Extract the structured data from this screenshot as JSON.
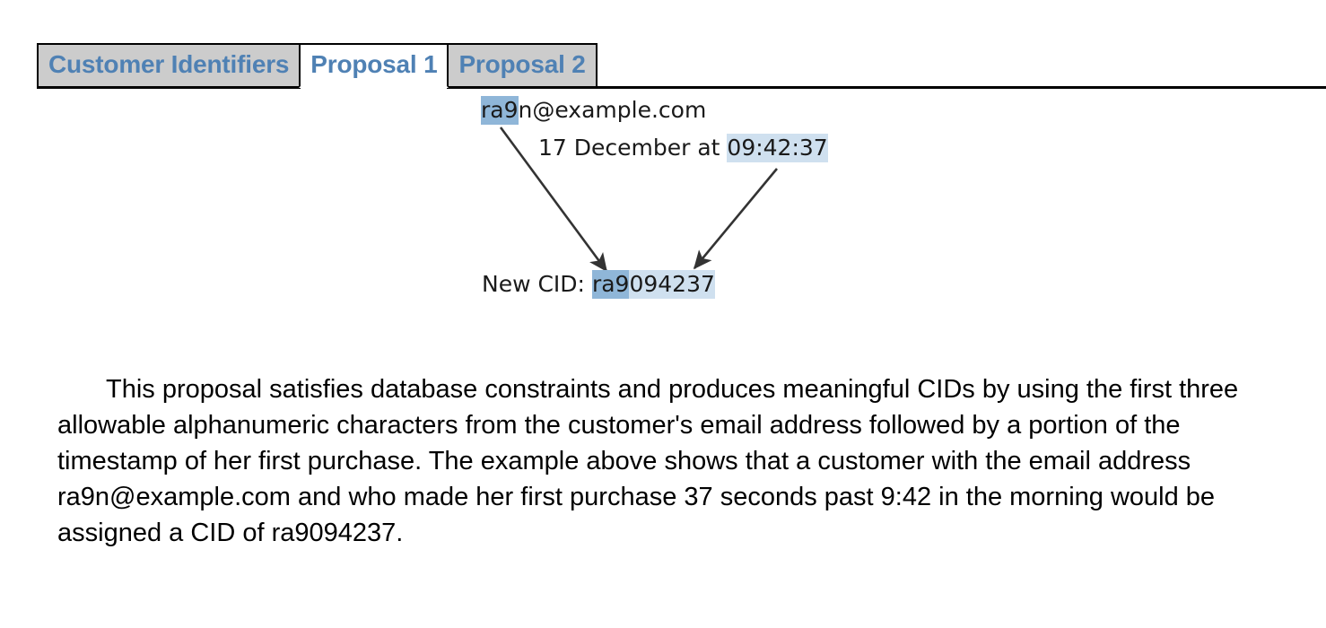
{
  "tabs": [
    {
      "label": "Customer Identifiers",
      "active": false
    },
    {
      "label": "Proposal 1",
      "active": true
    },
    {
      "label": "Proposal 2",
      "active": false
    }
  ],
  "diagram": {
    "email": {
      "highlight": "ra9",
      "rest": "n@example.com",
      "full": "ra9n@example.com"
    },
    "timestamp": {
      "prefix": "17 December at ",
      "highlight": "09:42:37",
      "full": "17 December at 09:42:37"
    },
    "result": {
      "label": "New CID: ",
      "highlight_dark": "ra9",
      "highlight_light": "094237",
      "full": "New CID: ra9094237"
    },
    "arrows": [
      {
        "name": "email-to-cid",
        "from": "ra9 of email",
        "to": "ra9 of CID"
      },
      {
        "name": "timestamp-to-cid",
        "from": "09:42:37 of time",
        "to": "094237 of CID"
      }
    ]
  },
  "body": {
    "paragraph": "This proposal satisfies database constraints and produces meaningful CIDs by using the first three allowable alphanumeric characters from the customer's email address followed by a portion of the timestamp of her first purchase. The example above shows that a customer with the email address ra9n@example.com and who made her first purchase 37 seconds past 9:42 in the morning would be assigned a CID of ra9094237."
  },
  "colors": {
    "tab_text": "#4f81b4",
    "tab_inactive_bg": "#cccccc",
    "tab_active_bg": "#ffffff",
    "highlight_dark": "#8fb6d8",
    "highlight_light": "#cfe0ef",
    "arrow": "#333333",
    "page_bg": "#ffffff",
    "text": "#000000"
  }
}
